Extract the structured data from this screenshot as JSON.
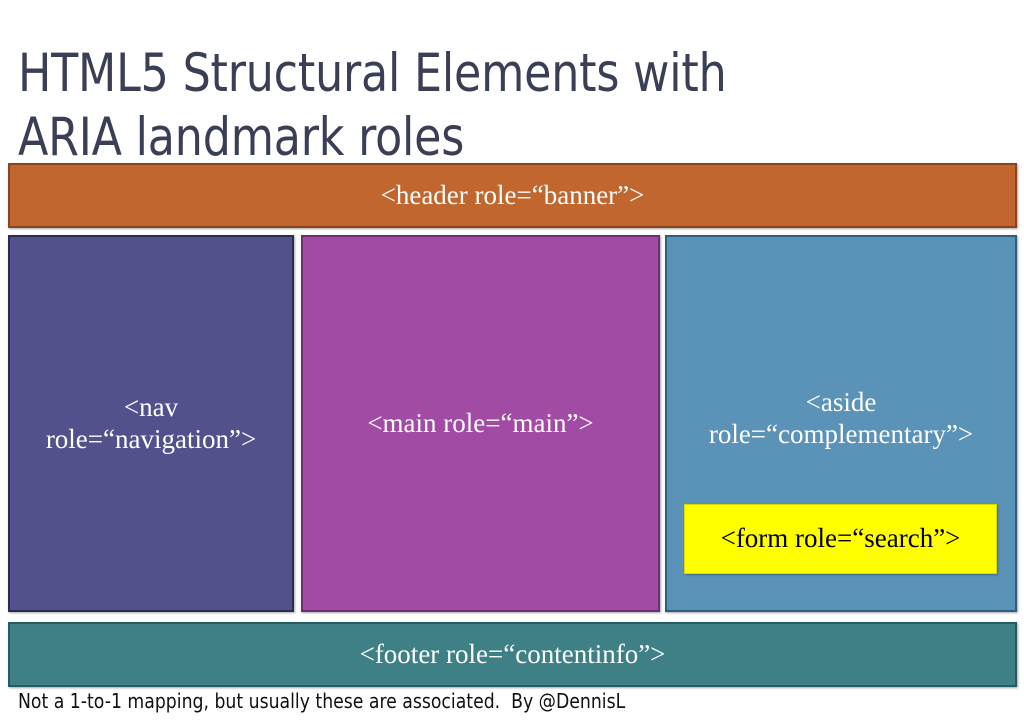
{
  "slide": {
    "title": "HTML5 Structural Elements with\nARIA landmark roles",
    "caption": "Not a 1-to-1 mapping, but usually these are associated.  By @DennisL",
    "title_color": "#3b3f55",
    "background_color": "#ffffff"
  },
  "diagram": {
    "type": "layout-wireframe",
    "landmarks": [
      {
        "key": "header",
        "label": "<header role=“banner”>",
        "element": "header",
        "role": "banner",
        "fill": "#c1662f",
        "border": "#8a4520",
        "text_color": "#ffffff",
        "region": "top-full-width"
      },
      {
        "key": "nav",
        "label": "<nav\nrole=“navigation”>",
        "element": "nav",
        "role": "navigation",
        "fill": "#52518c",
        "border": "#2c2c50",
        "text_color": "#ffffff",
        "region": "left-column"
      },
      {
        "key": "main",
        "label": "<main role=“main”>",
        "element": "main",
        "role": "main",
        "fill": "#a24ba4",
        "border": "#6e2e73",
        "text_color": "#ffffff",
        "region": "center-column"
      },
      {
        "key": "aside",
        "label": "<aside\nrole=“complementary”>",
        "element": "aside",
        "role": "complementary",
        "fill": "#5b92b8",
        "border": "#2f5f80",
        "text_color": "#ffffff",
        "region": "right-column"
      },
      {
        "key": "form",
        "label": "<form role=“search”>",
        "element": "form",
        "role": "search",
        "fill": "#ffff00",
        "border": "#d9d900",
        "text_color": "#000000",
        "region": "nested-inside-aside"
      },
      {
        "key": "footer",
        "label": "<footer role=“contentinfo”>",
        "element": "footer",
        "role": "contentinfo",
        "fill": "#3e8085",
        "border": "#255c61",
        "text_color": "#ffffff",
        "region": "bottom-full-width"
      }
    ]
  }
}
